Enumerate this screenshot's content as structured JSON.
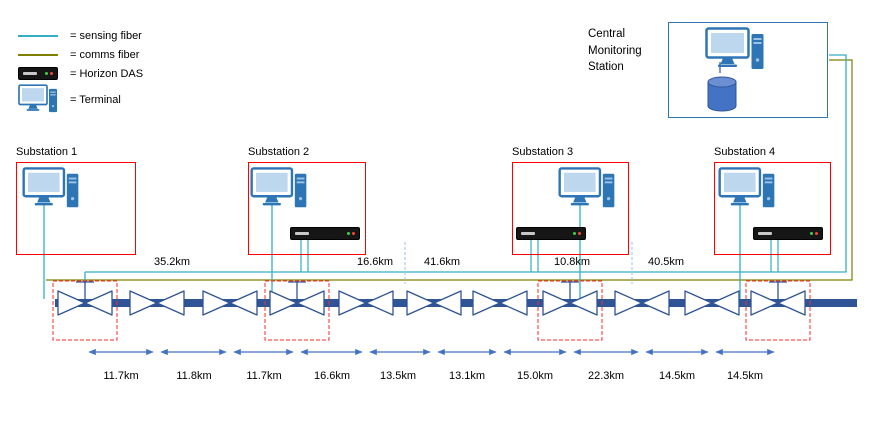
{
  "legend": {
    "items": [
      {
        "label": "= sensing fiber",
        "icon": "sensing-fiber-line-icon",
        "color": "#35AEC4"
      },
      {
        "label": "= comms fiber",
        "icon": "comms-fiber-line-icon",
        "color": "#7F7F00"
      },
      {
        "label": "= Horizon DAS",
        "icon": "horizon-das-icon"
      },
      {
        "label": "= Terminal",
        "icon": "terminal-icon"
      }
    ]
  },
  "cms": {
    "label": "Central Monitoring Station"
  },
  "substations": [
    {
      "label": "Substation 1",
      "has_das": false,
      "has_terminal": true
    },
    {
      "label": "Substation 2",
      "has_das": true,
      "has_terminal": true
    },
    {
      "label": "Substation 3",
      "has_das": true,
      "has_terminal": true
    },
    {
      "label": "Substation 4",
      "has_das": true,
      "has_terminal": true
    }
  ],
  "fiber_spans": [
    {
      "label": "35.2km"
    },
    {
      "label": "16.6km"
    },
    {
      "label": "41.6km"
    },
    {
      "label": "10.8km"
    },
    {
      "label": "40.5km"
    }
  ],
  "valve_segments": [
    {
      "label": "11.7km"
    },
    {
      "label": "11.8km"
    },
    {
      "label": "11.7km"
    },
    {
      "label": "16.6km"
    },
    {
      "label": "13.5km"
    },
    {
      "label": "13.1km"
    },
    {
      "label": "15.0km"
    },
    {
      "label": "22.3km"
    },
    {
      "label": "14.5km"
    },
    {
      "label": "14.5km"
    }
  ],
  "pipeline": {
    "valve_count": 11,
    "monitored_valve_indexes": [
      1,
      4,
      8,
      11
    ]
  },
  "colors": {
    "sensing_fiber": "#35AEC4",
    "comms_fiber": "#7F7F00",
    "pipeline": "#2F5496",
    "accent_blue": "#2E75B6",
    "arrow_blue": "#4472C4",
    "substation_border": "#FF0000",
    "dashed_separator": "#9DC3E6"
  }
}
